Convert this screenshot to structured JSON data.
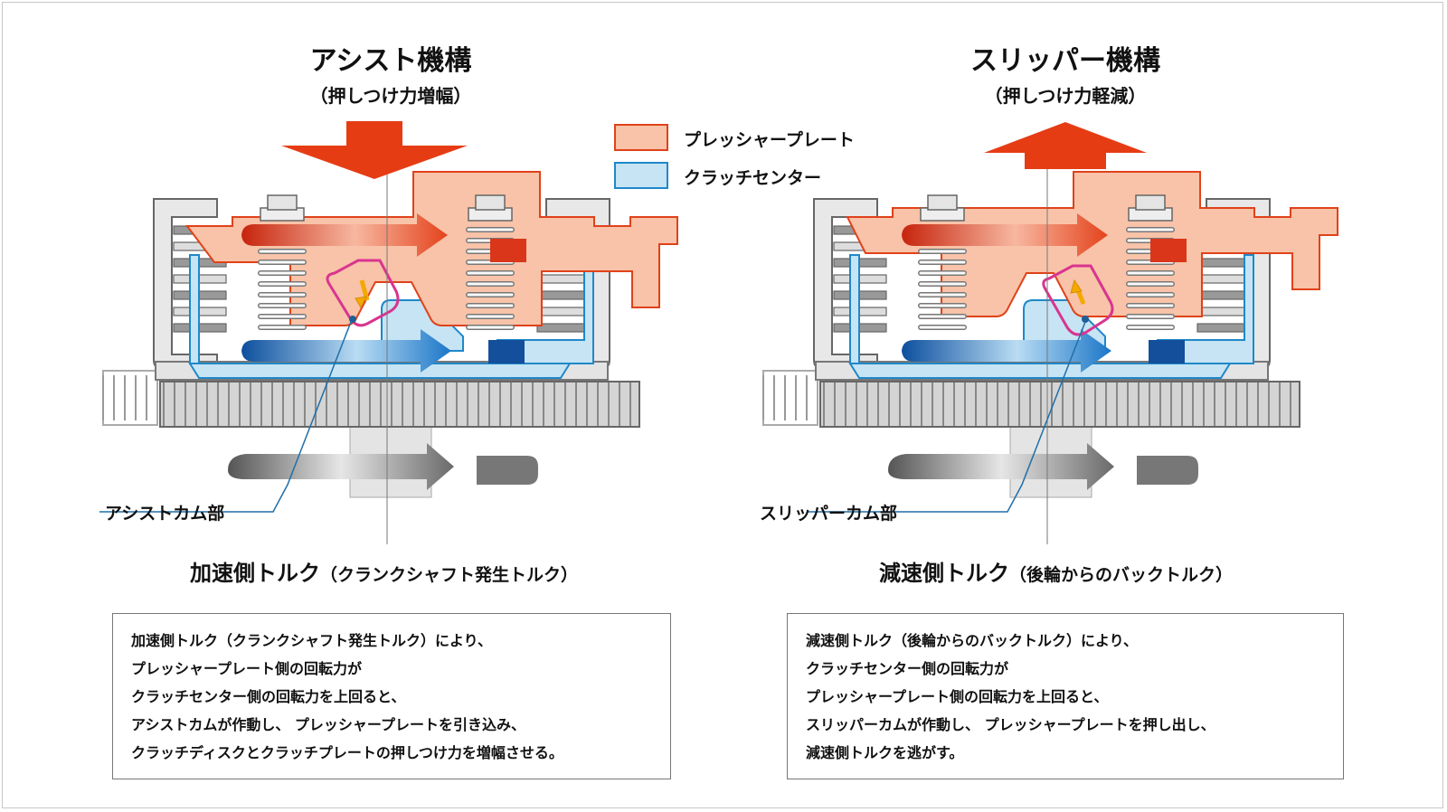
{
  "legend": {
    "pressure_plate": "プレッシャープレート",
    "clutch_center": "クラッチセンター"
  },
  "assist": {
    "title": "アシスト機構",
    "subtitle": "（押しつけ力増幅）",
    "cam_label": "アシストカム部",
    "torque_main": "加速側トルク",
    "torque_note": "（クランクシャフト発生トルク）",
    "description": [
      "加速側トルク（クランクシャフト発生トルク）により、",
      "プレッシャープレート側の回転力が",
      "クラッチセンター側の回転力を上回ると、",
      "アシストカムが作動し、 プレッシャープレートを引き込み、",
      "クラッチディスクとクラッチプレートの押しつけ力を増幅させる。"
    ]
  },
  "slipper": {
    "title": "スリッパー機構",
    "subtitle": "（押しつけ力軽減）",
    "cam_label": "スリッパーカム部",
    "torque_main": "減速側トルク",
    "torque_note": "（後輪からのバックトルク）",
    "description": [
      "減速側トルク（後輪からのバックトルク）により、",
      "クラッチセンター側の回転力が",
      "プレッシャープレート側の回転力を上回ると、",
      "スリッパーカムが作動し、 プレッシャープレートを押し出し、",
      "減速側トルクを逃がす。"
    ]
  },
  "colors": {
    "pressure_plate_fill": "#f8c3a8",
    "pressure_plate_stroke": "#e0421a",
    "clutch_center_fill": "#c6e4f4",
    "clutch_center_stroke": "#1f88c9",
    "force_arrow": "#e63c14",
    "cam_outline": "#d9358f",
    "cam_arrow": "#f5a800"
  },
  "icons": [
    "arrow-down-icon",
    "arrow-up-icon",
    "rotation-arrow-icon"
  ]
}
